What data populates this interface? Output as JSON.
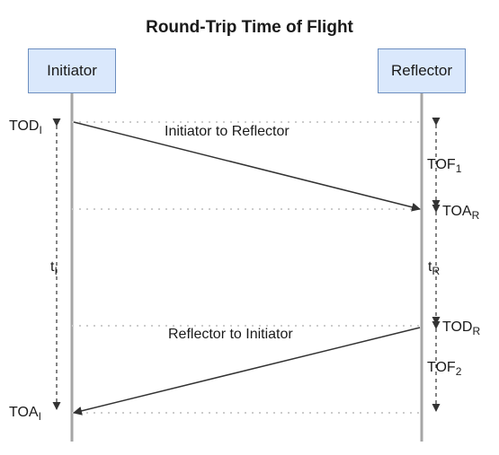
{
  "title": "Round-Trip Time of Flight",
  "actors": {
    "initiator": "Initiator",
    "reflector": "Reflector"
  },
  "messages": {
    "to_reflector": "Initiator to Reflector",
    "to_initiator": "Reflector to Initiator"
  },
  "labels": {
    "tod_i": {
      "main": "TOD",
      "sub": "I"
    },
    "toa_i": {
      "main": "TOA",
      "sub": "I"
    },
    "t_i": {
      "main": "t",
      "sub": "I"
    },
    "tof_1": {
      "main": "TOF",
      "sub": "1"
    },
    "toa_r": {
      "main": "TOA",
      "sub": "R"
    },
    "t_r": {
      "main": "t",
      "sub": "R"
    },
    "tod_r": {
      "main": "TOD",
      "sub": "R"
    },
    "tof_2": {
      "main": "TOF",
      "sub": "2"
    }
  },
  "colors": {
    "actor_fill": "#dae8fc",
    "actor_border": "#6c8ebf",
    "lifeline": "#a6a6a6",
    "dotted_guide": "#cccccc",
    "arrow": "#333333"
  }
}
